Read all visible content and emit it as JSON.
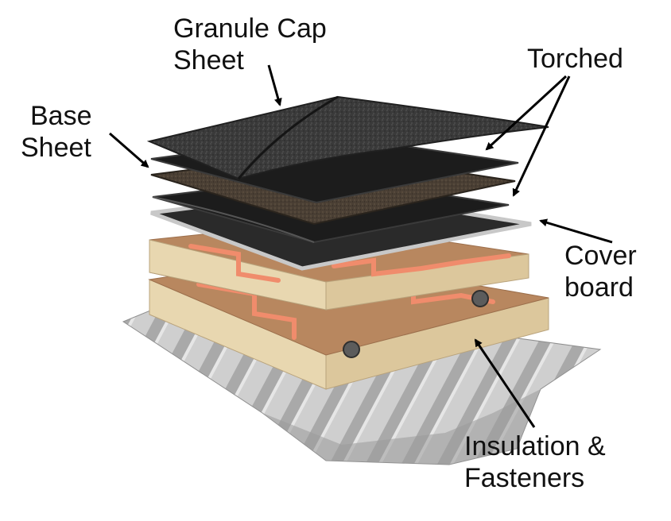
{
  "labels": {
    "granule_cap": [
      "Granule Cap",
      "Sheet"
    ],
    "base_sheet": [
      "Base",
      "Sheet"
    ],
    "torched": "Torched",
    "cover_board": [
      "Cover",
      "board"
    ],
    "insulation": [
      "Insulation &",
      "Fasteners"
    ]
  },
  "colors": {
    "cap_sheet": "#3a3a3a",
    "base_sheet": "#4a3f34",
    "membrane": "#1c1c1c",
    "cover_board": "#c8c8c8",
    "insulation_face": "#b8875f",
    "insulation_edge": "#e8d7b0",
    "adhesive": "#f08c6c",
    "deck": "#c9c9c9",
    "text": "#111111"
  }
}
